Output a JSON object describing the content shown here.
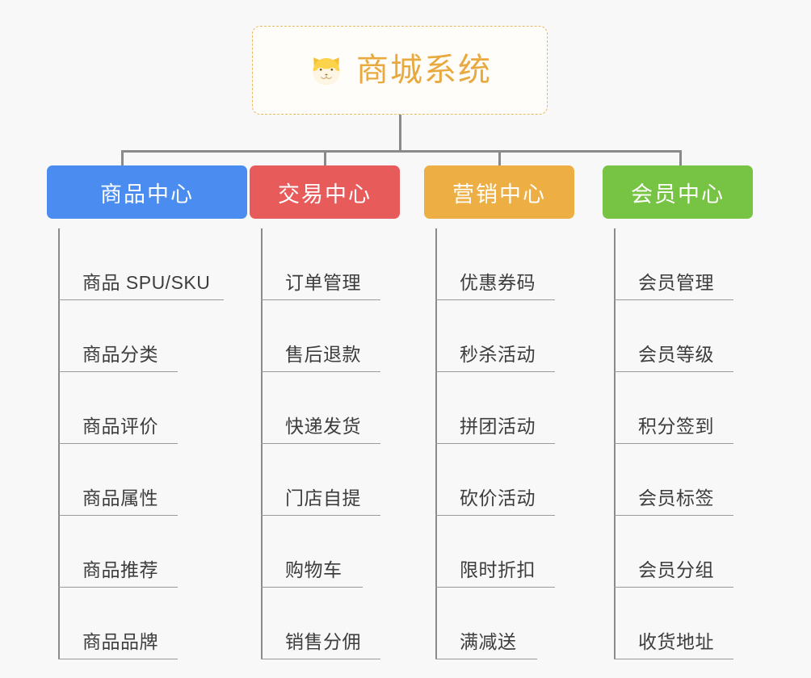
{
  "diagram": {
    "type": "mindmap",
    "background_color": "#f8f8f8",
    "connector_color": "#8a8a8a"
  },
  "root": {
    "title": "商城系统",
    "icon": "shiba-dog-icon",
    "text_color": "#e8a93e",
    "border_color": "#eab861",
    "background_color": "#fffdf9"
  },
  "branches": [
    {
      "label": "商品中心",
      "color": "#4a8cef",
      "items": [
        "商品 SPU/SKU",
        "商品分类",
        "商品评价",
        "商品属性",
        "商品推荐",
        "商品品牌"
      ]
    },
    {
      "label": "交易中心",
      "color": "#e85b5b",
      "items": [
        "订单管理",
        "售后退款",
        "快递发货",
        "门店自提",
        "购物车",
        "销售分佣"
      ]
    },
    {
      "label": "营销中心",
      "color": "#edae43",
      "items": [
        "优惠券码",
        "秒杀活动",
        "拼团活动",
        "砍价活动",
        "限时折扣",
        "满减送"
      ]
    },
    {
      "label": "会员中心",
      "color": "#77c343",
      "items": [
        "会员管理",
        "会员等级",
        "积分签到",
        "会员标签",
        "会员分组",
        "收货地址"
      ]
    }
  ]
}
